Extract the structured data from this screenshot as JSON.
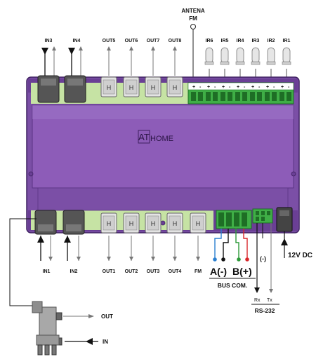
{
  "colors": {
    "housing": "#7b4fa6",
    "housing_dark": "#5b3384",
    "housing_light": "#9a6fc4",
    "terminal_green": "#3fae46",
    "wire_blue": "#2a7fd0",
    "wire_green": "#2e9a3a",
    "wire_red": "#d9262a"
  },
  "antenna": {
    "line1": "ANTENA",
    "line2": "FM"
  },
  "top_labels": {
    "in3": "IN3",
    "in4": "IN4",
    "out5": "OUT5",
    "out6": "OUT6",
    "out7": "OUT7",
    "out8": "OUT8",
    "ir6": "IR6",
    "ir5": "IR5",
    "ir4": "IR4",
    "ir3": "IR3",
    "ir2": "IR2",
    "ir1": "IR1"
  },
  "bottom_labels": {
    "in1": "IN1",
    "in2": "IN2",
    "out1": "OUT1",
    "out2": "OUT2",
    "out3": "OUT3",
    "out4": "OUT4",
    "fm": "FM"
  },
  "logo": {
    "brand": "HOME",
    "mark": "AT"
  },
  "bus": {
    "a_label": "A(-)",
    "b_label": "B(+)",
    "title": "BUS COM."
  },
  "rs232": {
    "neg": "(-)",
    "rx": "Rx",
    "tx": "Tx",
    "title": "RS-232"
  },
  "power": {
    "label": "12V DC"
  },
  "adapter": {
    "out": "OUT",
    "in": "IN"
  },
  "jack_glyph": "H",
  "terminal_signs": {
    "plus": "+",
    "minus": "-"
  }
}
